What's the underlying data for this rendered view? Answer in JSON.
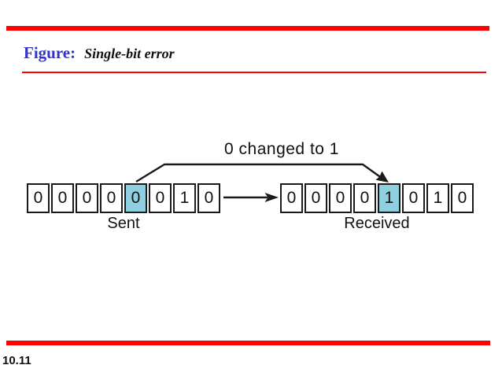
{
  "slide": {
    "figure_label": "Figure:",
    "figure_title": "Single-bit error",
    "page_number": "10.11"
  },
  "diagram": {
    "annotation": "0 changed to 1",
    "sent": {
      "label": "Sent",
      "bits": [
        "0",
        "0",
        "0",
        "0",
        "0",
        "0",
        "1",
        "0"
      ],
      "highlight_index": 4
    },
    "received": {
      "label": "Received",
      "bits": [
        "0",
        "0",
        "0",
        "0",
        "1",
        "0",
        "1",
        "0"
      ],
      "highlight_index": 4
    }
  },
  "colors": {
    "accent_red": "#FF0000",
    "figure_label_blue": "#3333CC",
    "highlight_blue": "#8FCFE0",
    "line_black": "#1A1A1A"
  }
}
